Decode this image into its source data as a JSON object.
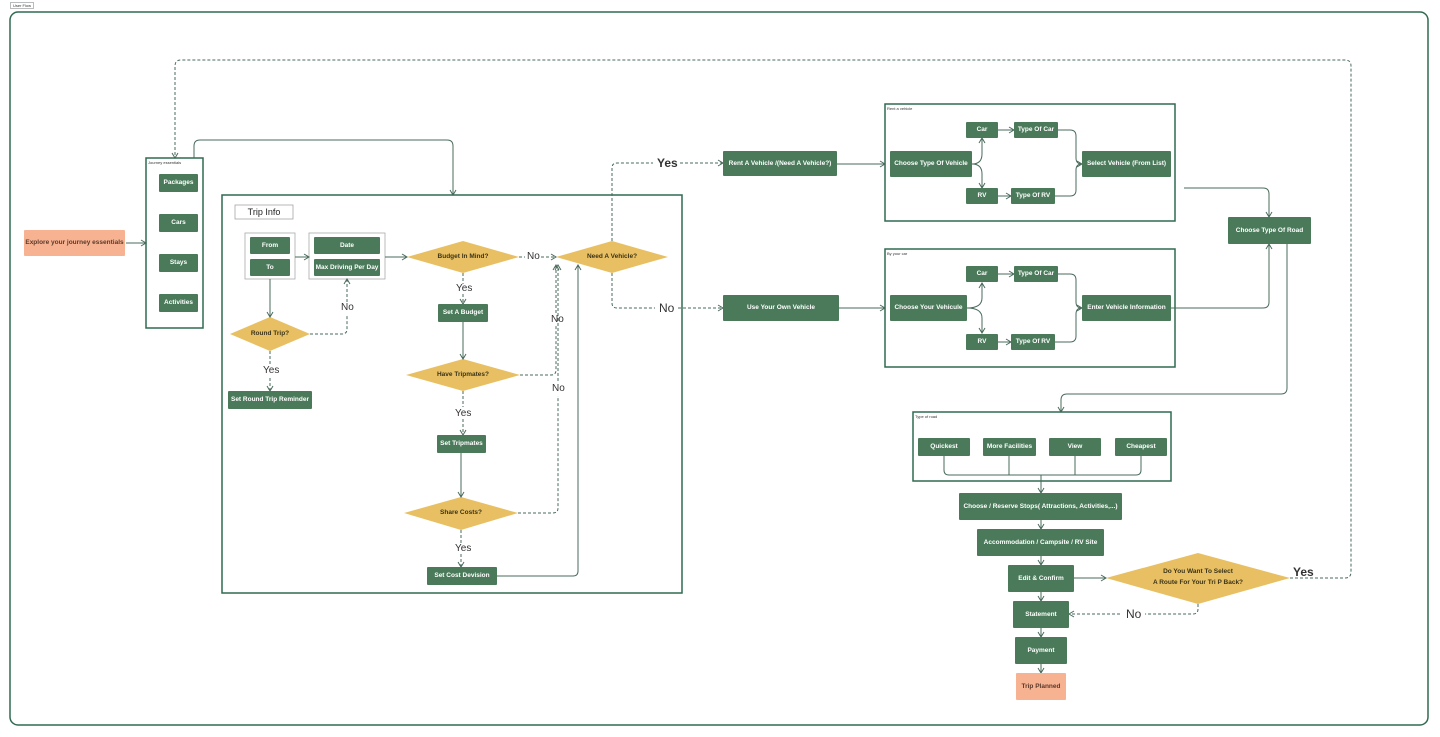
{
  "frame_title": "User Flow",
  "groups": {
    "journey": "Journey essentials",
    "trip_info": "Trip Info",
    "rent": "Rent a vehicle",
    "own_car": "By your car",
    "road": "Type of road"
  },
  "nodes": {
    "explore": "Explore your journey essentials",
    "packages": "Packages",
    "cars": "Cars",
    "stays": "Stays",
    "activities": "Activities",
    "from": "From",
    "to": "To",
    "date": "Date",
    "max_driving": "Max Driving Per Day",
    "set_round_trip": "Set Round Trip Reminder",
    "set_budget": "Set A Budget",
    "set_tripmates": "Set Tripmates",
    "set_cost": "Set Cost Devision",
    "rent_vehicle": "Rent A Vehicle /(Need A Vehicle?)",
    "own_vehicle": "Use Your Own Vehicle",
    "choose_type_vehicle": "Choose Type Of Vehicle",
    "car_1": "Car",
    "rv_1": "RV",
    "type_car_1": "Type Of Car",
    "type_rv_1": "Type Of RV",
    "select_vehicle": "Select Vehicle (From List)",
    "choose_your_vehicle": "Choose Your Vehicule",
    "car_2": "Car",
    "rv_2": "RV",
    "type_car_2": "Type Of Car",
    "type_rv_2": "Type Of RV",
    "enter_vehicle": "Enter Vehicle Information",
    "choose_road": "Choose Type Of Road",
    "quickest": "Quickest",
    "more_facilities": "More Facilities",
    "view": "View",
    "cheapest": "Cheapest",
    "reserve_stops": "Choose / Reserve Stops( Attractions, Activities,...)",
    "accommodation": "Accommodation / Campsite / RV Site",
    "edit_confirm": "Edit & Confirm",
    "statement": "Statement",
    "payment": "Payment",
    "trip_planned": "Trip Planned"
  },
  "decisions": {
    "round_trip": "Round Trip?",
    "budget": "Budget In Mind?",
    "need_vehicle": "Need A Vehicle?",
    "tripmates": "Have Tripmates?",
    "share_costs": "Share Costs?",
    "route_back_line1": "Do You Want To Select",
    "route_back_line2": "A Route For Your Tri P Back?"
  },
  "edge_labels": {
    "round_trip_yes": "Yes",
    "round_trip_no": "No",
    "budget_yes": "Yes",
    "budget_no": "No",
    "tripmates_yes": "Yes",
    "tripmates_no": "No",
    "share_yes": "Yes",
    "share_no": "No",
    "vehicle_yes": "Yes",
    "vehicle_no": "No",
    "route_yes": "Yes",
    "route_no": "No"
  },
  "colors": {
    "node_green": "#4a7a5a",
    "frame_green": "#2e6b50",
    "decision_yellow": "#e8c063",
    "start_peach": "#f7b292",
    "edge_gray": "#4a6b5c"
  }
}
